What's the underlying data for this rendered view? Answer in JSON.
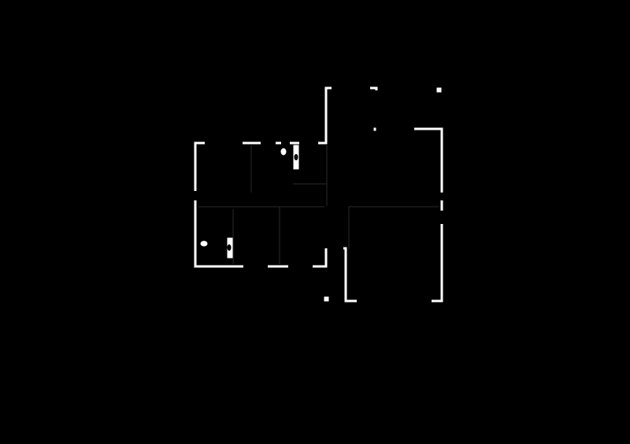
{
  "plan": {
    "background": "#000000",
    "wall_color": "#ffffff",
    "fixtures": [
      "toilet",
      "bathtub",
      "toilet",
      "bathtub"
    ]
  }
}
